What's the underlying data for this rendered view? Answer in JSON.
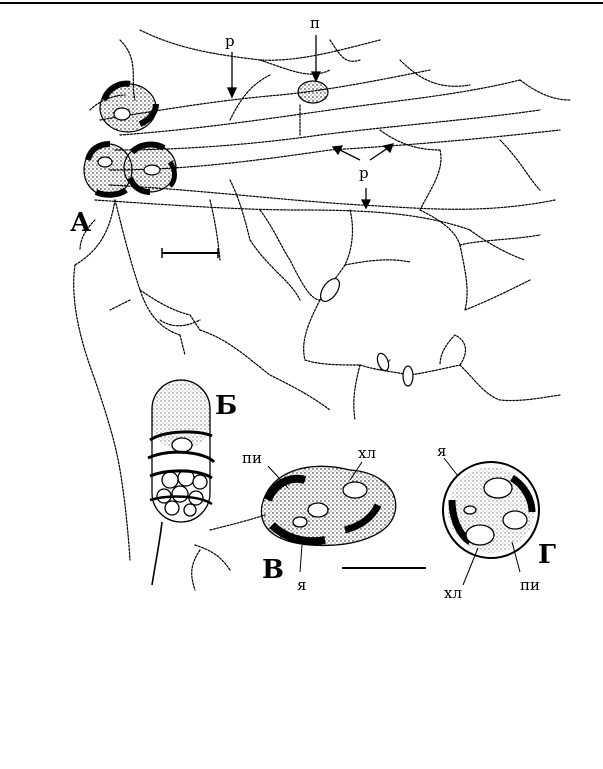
{
  "labels": {
    "a": "А",
    "b": "Б",
    "v": "В",
    "g": "Г",
    "r_top": "р",
    "p_top": "п",
    "r_mid": "р",
    "pi_v": "пи",
    "hl_v": "хл",
    "ya_v": "я",
    "ya_g": "я",
    "hl_g": "хл",
    "pi_g": "пи"
  }
}
